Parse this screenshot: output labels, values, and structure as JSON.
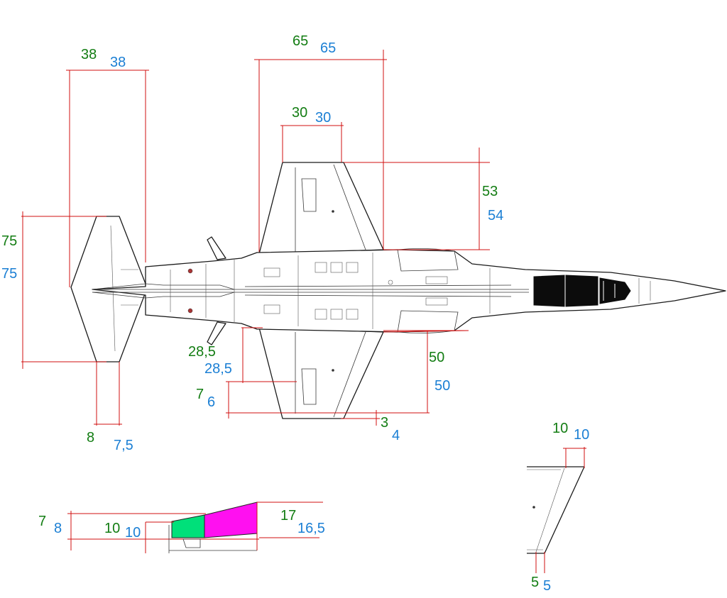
{
  "colors": {
    "green": "#137d13",
    "blue": "#1b7fd4",
    "dimension_line": "#d01010",
    "highlight_green": "#00e07a",
    "highlight_magenta": "#ff10f0",
    "canopy": "#0c0c0c"
  },
  "labels": {
    "wing_chord_total": {
      "green": "65",
      "blue": "65"
    },
    "wing_tip_chord": {
      "green": "30",
      "blue": "30"
    },
    "wing_span": {
      "green": "53",
      "blue": "54"
    },
    "tail_chord": {
      "green": "38",
      "blue": "38"
    },
    "tail_span": {
      "green": "75",
      "blue": "75"
    },
    "tail_tip": {
      "green": "8",
      "blue": "7,5"
    },
    "root_offset": {
      "green": "28,5",
      "blue": "28,5"
    },
    "wing_root_span": {
      "green": "50",
      "blue": "50"
    },
    "tip_depth": {
      "green": "7",
      "blue": "6"
    },
    "trailing_offset": {
      "green": "3",
      "blue": "4"
    },
    "detail_top": {
      "green": "10",
      "blue": "10"
    },
    "detail_bottom": {
      "green": "5",
      "blue": "5"
    },
    "section_height": {
      "green": "7",
      "blue": "8"
    },
    "section_length": {
      "green": "10",
      "blue": "10"
    },
    "section_ramp": {
      "green": "17",
      "blue": "16,5"
    }
  }
}
